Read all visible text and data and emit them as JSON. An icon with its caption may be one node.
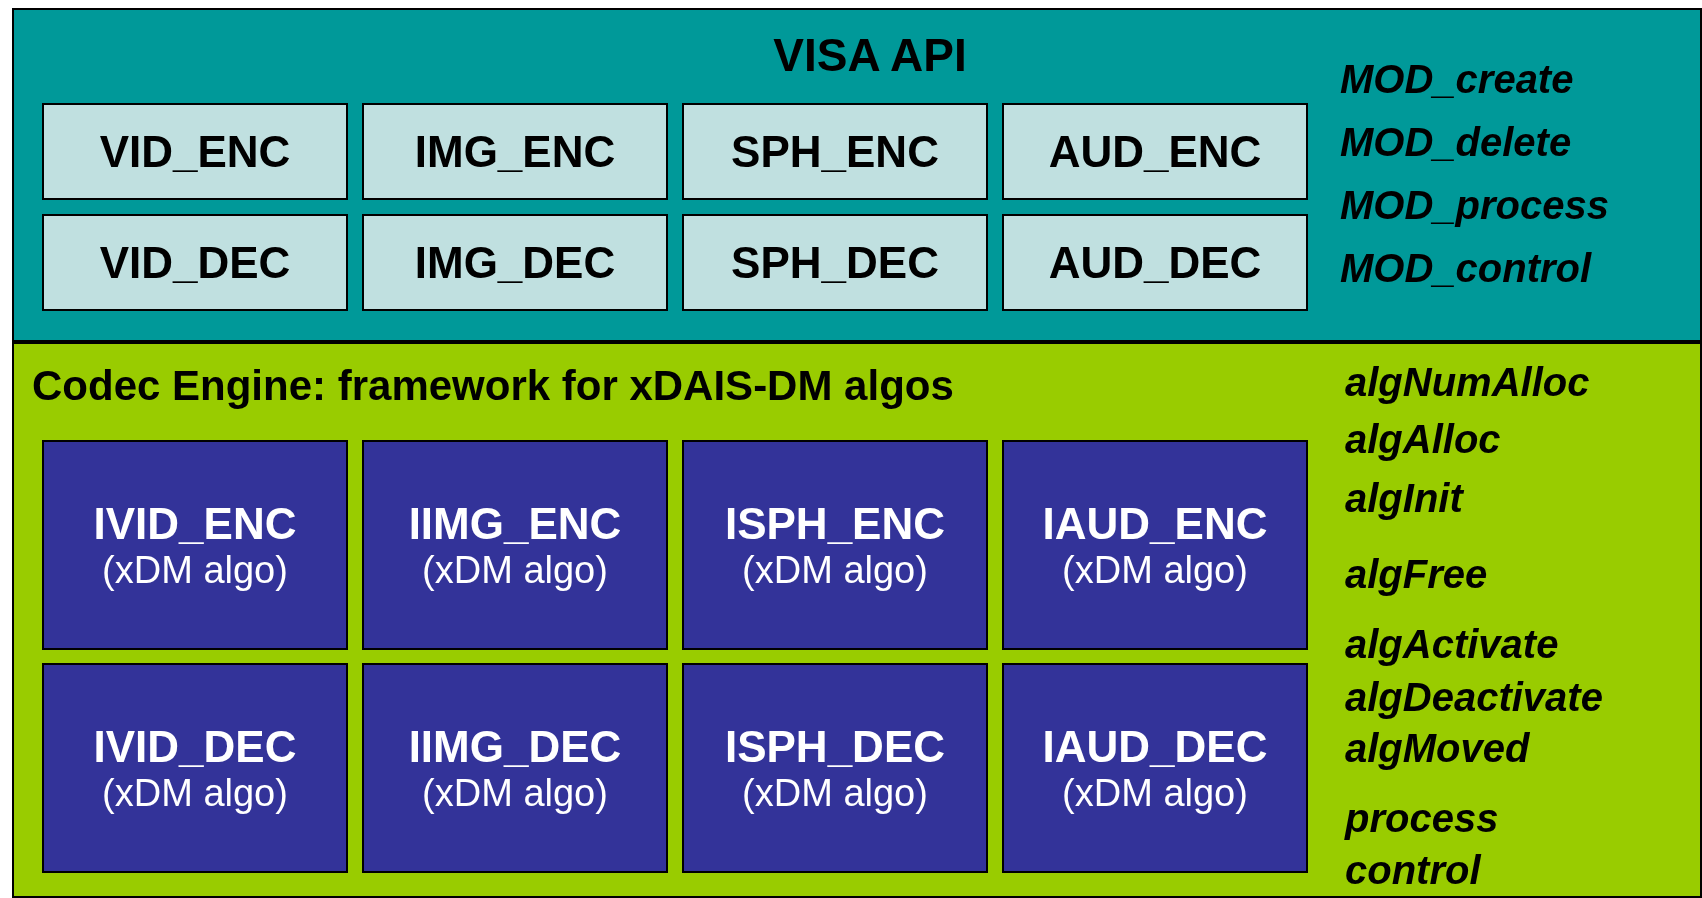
{
  "diagram": {
    "nodes": [
      {
        "text": [
          "VISA API",
          "MOD_create",
          "MOD_delete",
          "MOD_process",
          "MOD_control"
        ]
      },
      {
        "text": [
          "VID_ENC"
        ],
        "in": 0
      },
      {
        "text": [
          "IMG_ENC"
        ],
        "in": 0
      },
      {
        "text": [
          "SPH_ENC"
        ],
        "in": 0
      },
      {
        "text": [
          "AUD_ENC"
        ],
        "in": 0
      },
      {
        "text": [
          "VID_DEC"
        ],
        "in": 0
      },
      {
        "text": [
          "IMG_DEC"
        ],
        "in": 0
      },
      {
        "text": [
          "SPH_DEC"
        ],
        "in": 0
      },
      {
        "text": [
          "AUD_DEC"
        ],
        "in": 0
      },
      {
        "text": [
          "Codec Engine: framework for xDAIS-DM algos",
          "algNumAlloc",
          "algAlloc",
          "algInit",
          "algFree",
          "algActivate",
          "algDeactivate",
          "algMoved",
          "process",
          "control"
        ]
      },
      {
        "text": [
          "IVID_ENC",
          "(xDM algo)"
        ],
        "in": 9
      },
      {
        "text": [
          "IIMG_ENC",
          "(xDM algo)"
        ],
        "in": 9
      },
      {
        "text": [
          "ISPH_ENC",
          "(xDM algo)"
        ],
        "in": 9
      },
      {
        "text": [
          "IAUD_ENC",
          "(xDM algo)"
        ],
        "in": 9
      },
      {
        "text": [
          "IVID_DEC",
          "(xDM algo)"
        ],
        "in": 9
      },
      {
        "text": [
          "IIMG_DEC",
          "(xDM algo)"
        ],
        "in": 9
      },
      {
        "text": [
          "ISPH_DEC",
          "(xDM algo)"
        ],
        "in": 9
      },
      {
        "text": [
          "IAUD_DEC",
          "(xDM algo)"
        ],
        "in": 9
      }
    ],
    "edges": []
  }
}
